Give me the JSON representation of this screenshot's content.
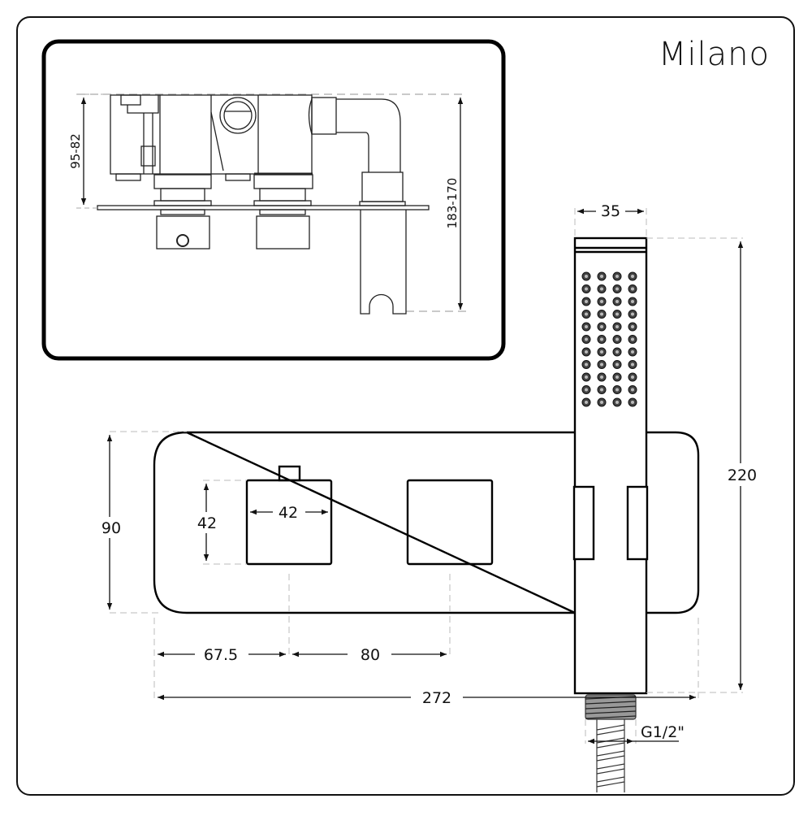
{
  "brand": {
    "name": "Milano"
  },
  "side_view": {
    "dimensions": {
      "depth_body": "95-82",
      "depth_total": "183-170"
    }
  },
  "front_view": {
    "dimensions": {
      "plate_height": "90",
      "handle_height": "42",
      "handle_width": "42",
      "left_to_handle_center": "67.5",
      "handle_spacing": "80",
      "total_width": "272",
      "handset_width": "35",
      "handset_length": "220",
      "hose_thread": "G1/2\""
    }
  },
  "colors": {
    "line": "#111111",
    "dashed": "#bbbbbb",
    "background": "#ffffff",
    "thread": "#888888"
  }
}
